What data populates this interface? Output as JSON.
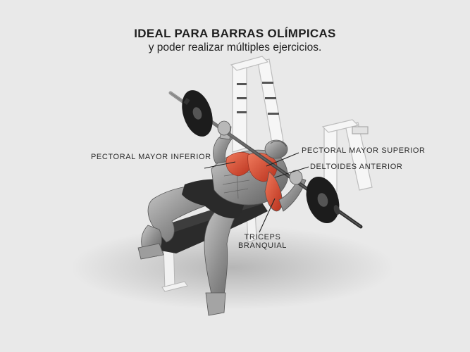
{
  "header": {
    "title": "IDEAL PARA BARRAS OLÍMPICAS",
    "subtitle": "y poder realizar múltiples ejercicios."
  },
  "labels": {
    "pectoral_inferior": "PECTORAL MAYOR INFERIOR",
    "pectoral_superior": "PECTORAL MAYOR SUPERIOR",
    "deltoides": "DELTOIDES ANTERIOR",
    "triceps_line1": "TRICEPS",
    "triceps_line2": "BRANQUIAL"
  },
  "colors": {
    "background": "#e9e9e9",
    "muscle_highlight": "#d8442c",
    "figure": "#8c8c8c",
    "bench_pad": "#2b2b2b",
    "plates": "#1c1c1c",
    "rack": "#f4f4f4"
  }
}
